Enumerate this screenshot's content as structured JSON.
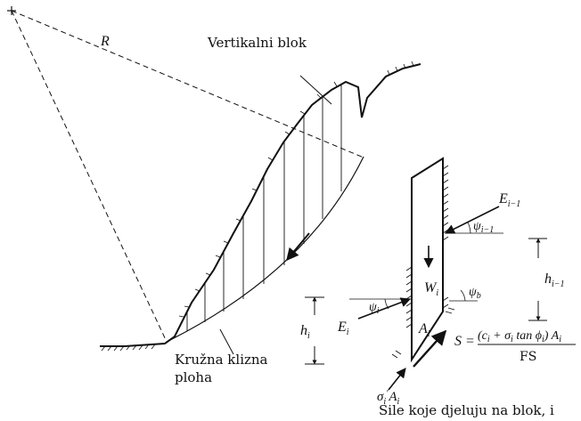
{
  "labels": {
    "radius": "R",
    "vertical_block": "Vertikalni blok",
    "slip_surface_line1": "Kružna klizna",
    "slip_surface_line2": "ploha",
    "forces_caption": "Sile koje djeluju na blok, i"
  },
  "force_labels": {
    "E_upper": "E",
    "E_upper_sub": "i−1",
    "psi_upper": "ψ",
    "psi_upper_sub": "i−1",
    "h_upper": "h",
    "h_upper_sub": "i−1",
    "W": "W",
    "W_sub": "i",
    "psi_base": "ψ",
    "psi_base_sub": "b",
    "psi_lower": "ψ",
    "psi_lower_sub": "i",
    "E_lower": "E",
    "E_lower_sub": "i",
    "h_lower": "h",
    "h_lower_sub": "i",
    "A": "A",
    "A_sub": "i",
    "sigma_A": "σ",
    "sigma_A_tail": "A",
    "sigma_A_tail_sub": "i"
  },
  "formula": {
    "lhs": "S =",
    "numerator": "(c",
    "numerator_mid": " + σ",
    "numerator_tan": " tan ϕ",
    "numerator_end": ") A",
    "denominator": "FS"
  }
}
